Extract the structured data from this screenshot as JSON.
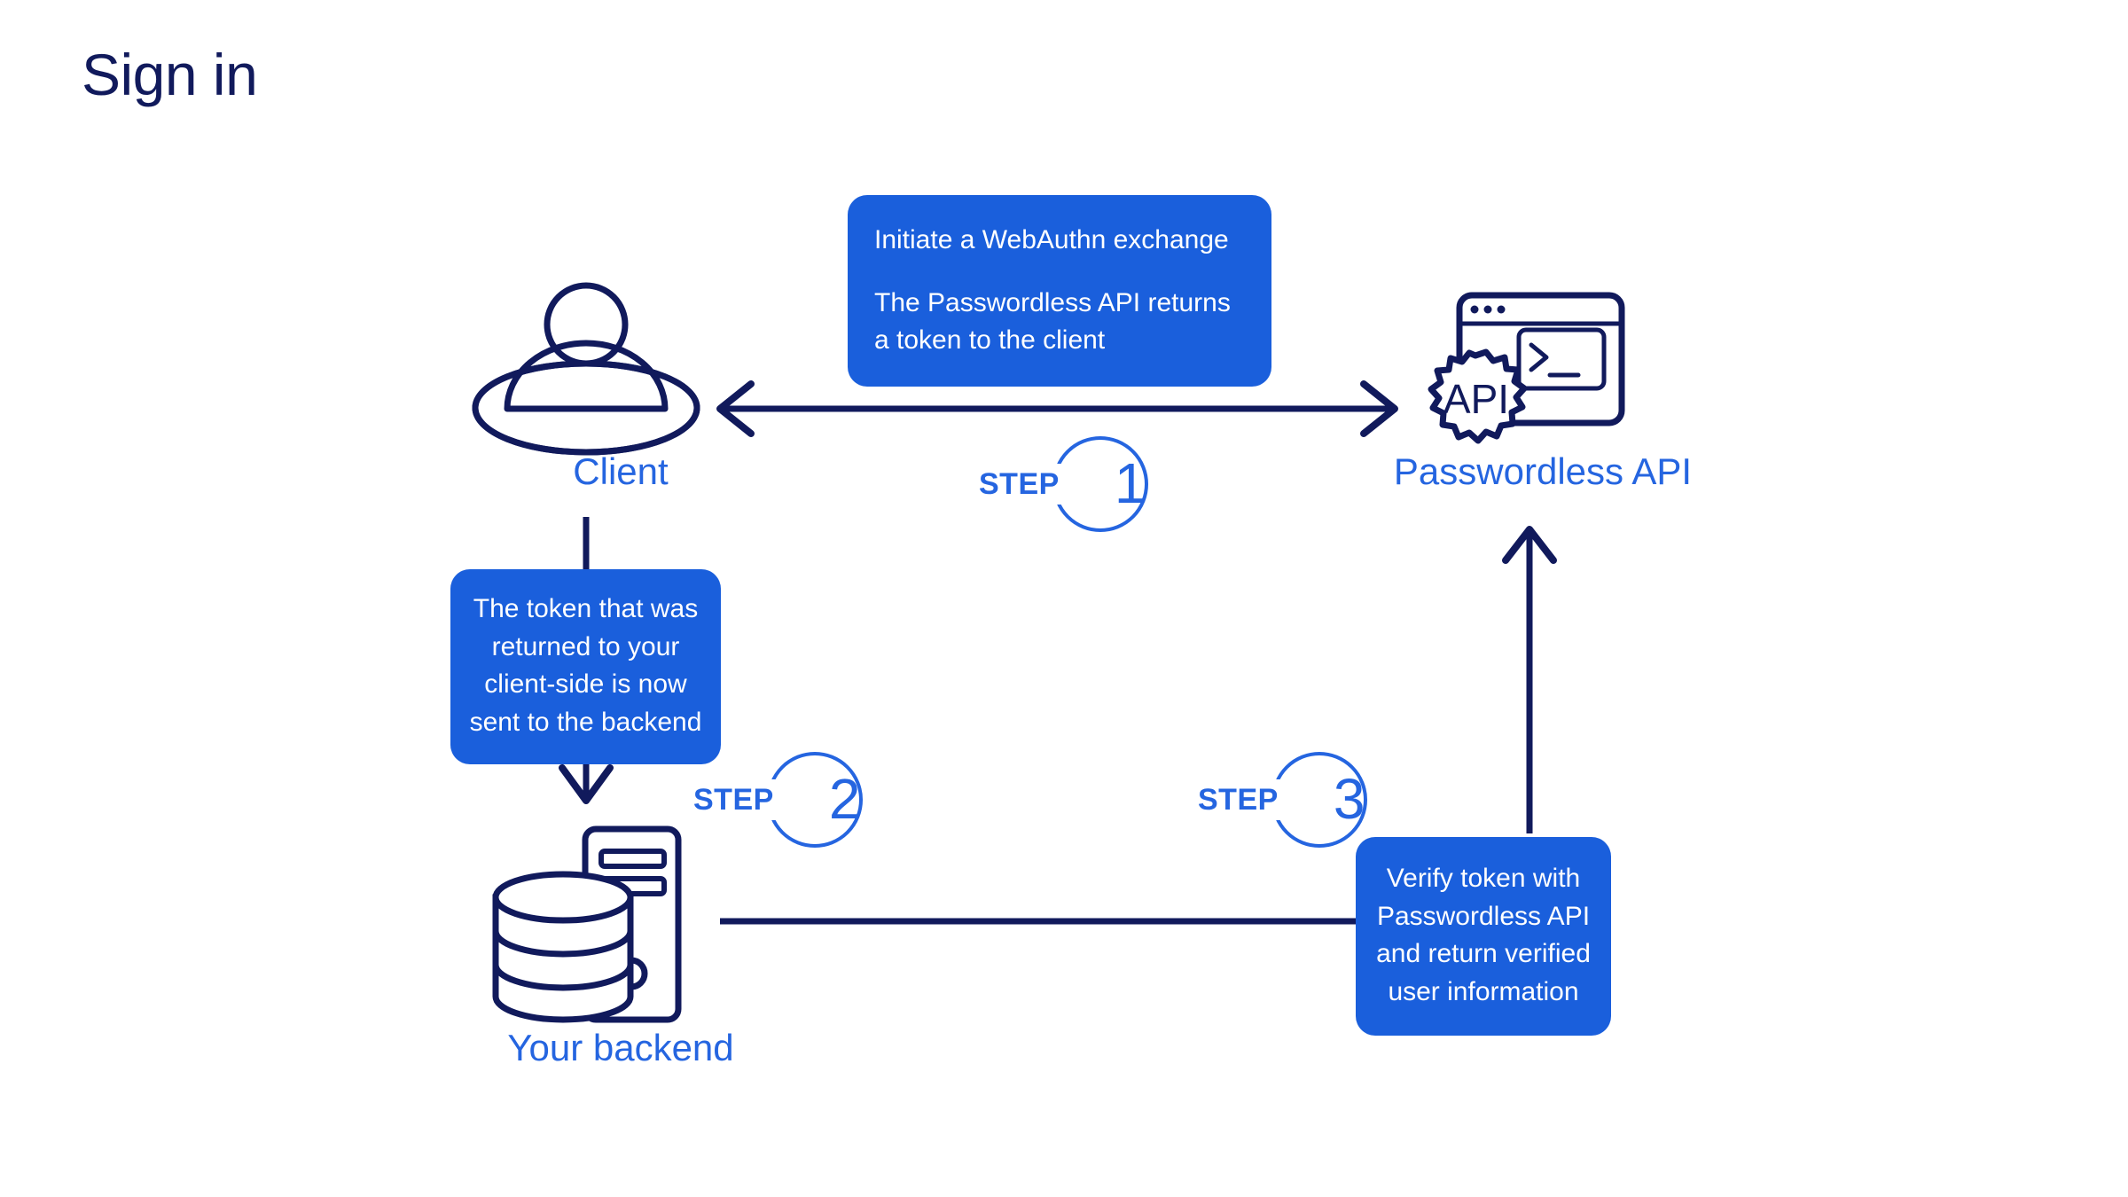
{
  "page": {
    "title": "Sign in",
    "background": "#ffffff",
    "title_color": "#111a5c",
    "accent_blue": "#2565E0",
    "callout_blue": "#1A5FDC",
    "line_navy": "#111a5c"
  },
  "nodes": [
    {
      "id": "client",
      "label": "Client",
      "icon": "user-in-ellipse-icon"
    },
    {
      "id": "api",
      "label": "Passwordless API",
      "icon": "api-gear-terminal-icon"
    },
    {
      "id": "backend",
      "label": "Your backend",
      "icon": "database-server-icon"
    }
  ],
  "callouts": {
    "one": {
      "line1": "Initiate a WebAuthn exchange",
      "line2": "The Passwordless API returns",
      "line3": "a token to the client"
    },
    "two": {
      "line1": "The token that was",
      "line2": "returned to your",
      "line3": "client-side is now",
      "line4": "sent to the backend"
    },
    "three": {
      "line1": "Verify token with",
      "line2": "Passwordless API",
      "line3": "and return verified",
      "line4": "user information"
    }
  },
  "steps": [
    {
      "word": "STEP",
      "number": "1"
    },
    {
      "word": "STEP",
      "number": "2"
    },
    {
      "word": "STEP",
      "number": "3"
    }
  ],
  "icon_text": {
    "api_gear": "API",
    "terminal_prompt": ">_"
  }
}
